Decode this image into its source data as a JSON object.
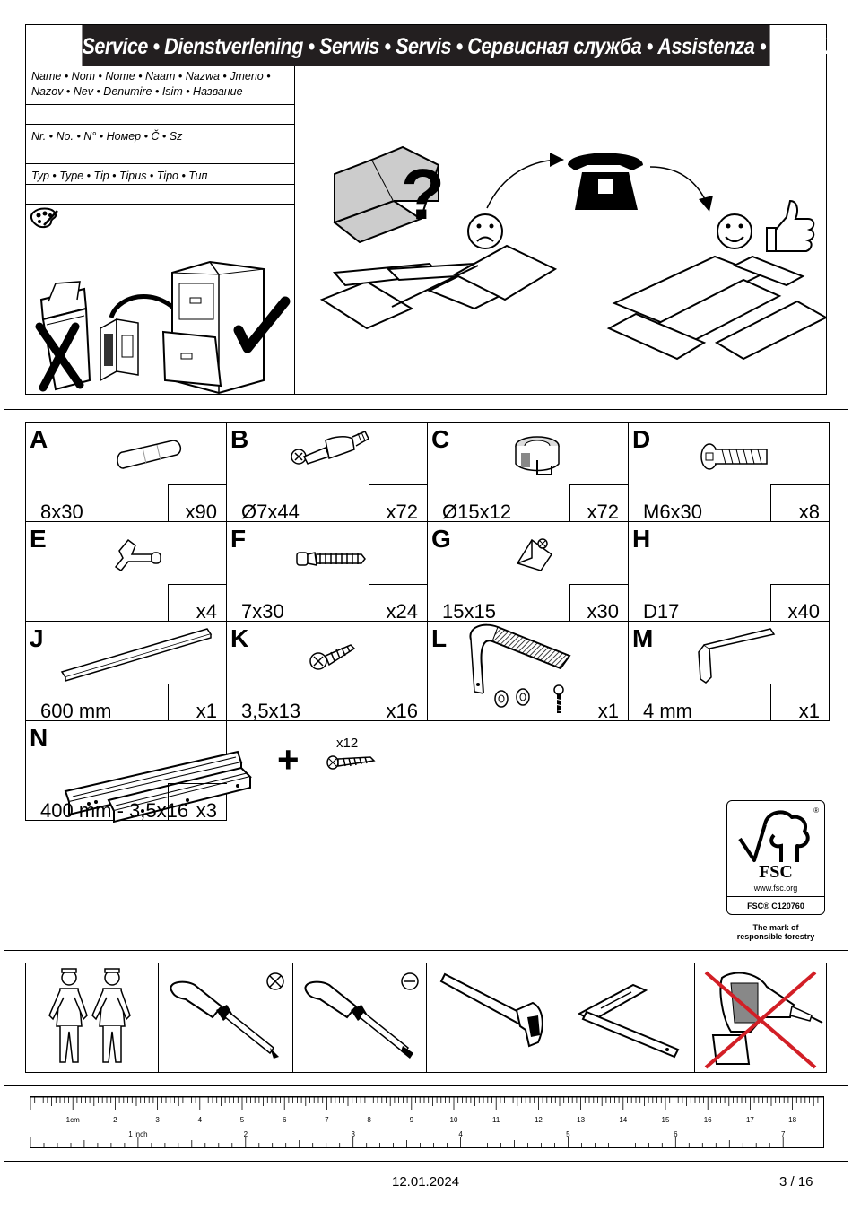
{
  "service": {
    "title": "Service • Dienstverlening • Serwis • Servis • Сервисная служба • Assistenza • Szerviz",
    "name_label_line1": "Name • Nom • Nome • Naam • Nazwa • Jmeno •",
    "name_label_line2": "Nazov • Nev • Denumire • Isim • Название",
    "number_label": "Nr. • No. • N° •  Номер • Č • Sz",
    "type_label": "Typ • Type • Tip • Tipus • Tipo • Тип",
    "icons": [
      "palette-icon",
      "trash-bin-crossed-icon",
      "manual-to-cabinet-icon",
      "checkmark-icon",
      "open-box-question-icon",
      "sad-face-icon",
      "telephone-icon",
      "happy-face-icon",
      "thumbs-up-icon"
    ]
  },
  "parts": [
    {
      "letter": "A",
      "spec": "8x30",
      "qty": "x90",
      "icon": "wooden-dowel-icon"
    },
    {
      "letter": "B",
      "spec": "Ø7x44",
      "qty": "x72",
      "icon": "cam-bolt-icon"
    },
    {
      "letter": "C",
      "spec": "Ø15x12",
      "qty": "x72",
      "icon": "cam-lock-icon"
    },
    {
      "letter": "D",
      "spec": "M6x30",
      "qty": "x8",
      "icon": "allen-bolt-icon"
    },
    {
      "letter": "E",
      "spec": "",
      "qty": "x4",
      "icon": "shelf-support-icon"
    },
    {
      "letter": "F",
      "spec": "7x30",
      "qty": "x24",
      "icon": "wall-plug-icon"
    },
    {
      "letter": "G",
      "spec": "15x15",
      "qty": "x30",
      "icon": "corner-bracket-icon"
    },
    {
      "letter": "H",
      "spec": "D17",
      "qty": "x40",
      "icon": "cover-cap-icon"
    },
    {
      "letter": "J",
      "spec": "600 mm",
      "qty": "x1",
      "icon": "rail-icon"
    },
    {
      "letter": "K",
      "spec": "3,5x13",
      "qty": "x16",
      "icon": "screw-icon"
    },
    {
      "letter": "L",
      "spec": "",
      "qty": "x1",
      "icon": "anti-tip-strap-icon"
    },
    {
      "letter": "M",
      "spec": "4 mm",
      "qty": "x1",
      "icon": "allen-key-icon"
    },
    {
      "letter": "N",
      "spec": "400 mm - 3,5x16",
      "qty": "x3",
      "icon": "drawer-slide-icon",
      "extra_qty": "x12"
    }
  ],
  "fsc": {
    "brand": "FSC",
    "reg": "®",
    "url": "www.fsc.org",
    "code": "FSC® C120760",
    "tagline_line1": "The mark of",
    "tagline_line2": "responsible forestry"
  },
  "tools": [
    {
      "name": "two-persons-icon"
    },
    {
      "name": "phillips-screwdriver-icon"
    },
    {
      "name": "flat-screwdriver-icon"
    },
    {
      "name": "hammer-icon"
    },
    {
      "name": "try-square-icon"
    },
    {
      "name": "power-drill-crossed-icon"
    }
  ],
  "ruler": {
    "cm_labels": [
      "1cm",
      "2",
      "3",
      "4",
      "5",
      "6",
      "7",
      "8",
      "9",
      "10",
      "11",
      "12",
      "13",
      "14",
      "15",
      "16",
      "17",
      "18"
    ],
    "inch_labels": [
      "1 inch",
      "2",
      "3",
      "4",
      "5",
      "6",
      "7"
    ]
  },
  "footer": {
    "date": "12.01.2024",
    "page": "3 / 16"
  }
}
